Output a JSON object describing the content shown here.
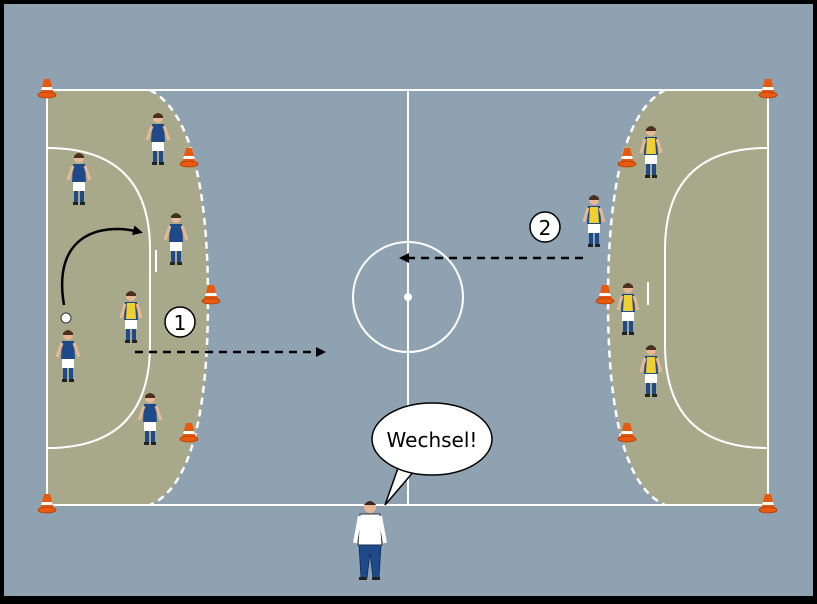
{
  "diagram": {
    "colors": {
      "floor": "#8fa2b2",
      "zone": "#a8a98a",
      "line": "#ffffff",
      "frame": "#000000",
      "team_blue": "#1f4a8a",
      "team_yellow": "#f0d030",
      "cone": "#e85a10"
    },
    "markers": [
      {
        "id": "1",
        "label": "1"
      },
      {
        "id": "2",
        "label": "2"
      }
    ],
    "speech": {
      "text": "Wechsel!"
    }
  }
}
